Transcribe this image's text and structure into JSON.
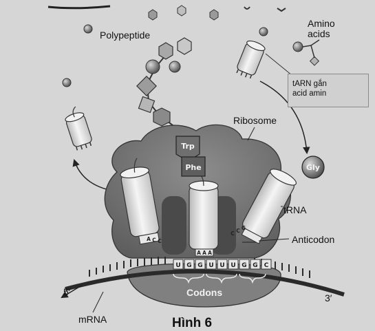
{
  "labels": {
    "polypeptide": "Polypeptide",
    "amino_acids_line1": "Amino",
    "amino_acids_line2": "acids",
    "trna_note_line1": "tARN gắn",
    "trna_note_line2": "acid amin",
    "ribosome": "Ribosome",
    "trna": "tRNA",
    "anticodon": "Anticodon",
    "codons": "Codons",
    "mrna": "mRNA",
    "five_prime": "5′",
    "three_prime": "3′",
    "caption": "Hình 6"
  },
  "amino_acids": {
    "trp": "Trp",
    "phe": "Phe",
    "gly": "Gly"
  },
  "mrna_codon_letters": [
    "U",
    "G",
    "G",
    "U",
    "U",
    "U",
    "G",
    "G",
    "C"
  ],
  "anticodons": {
    "left_trna": [
      "A",
      "C",
      "C"
    ],
    "middle_trna": [
      "A",
      "A",
      "A"
    ],
    "right_trna": [
      "C",
      "C",
      "G"
    ]
  },
  "colors": {
    "ribosome_large": "#7a7a7a",
    "ribosome_small": "#888888",
    "trna_body": "#ececec",
    "mrna": "#2a2a2a",
    "amino_fill": "#8c8c8c",
    "background": "#d6d6d6"
  }
}
